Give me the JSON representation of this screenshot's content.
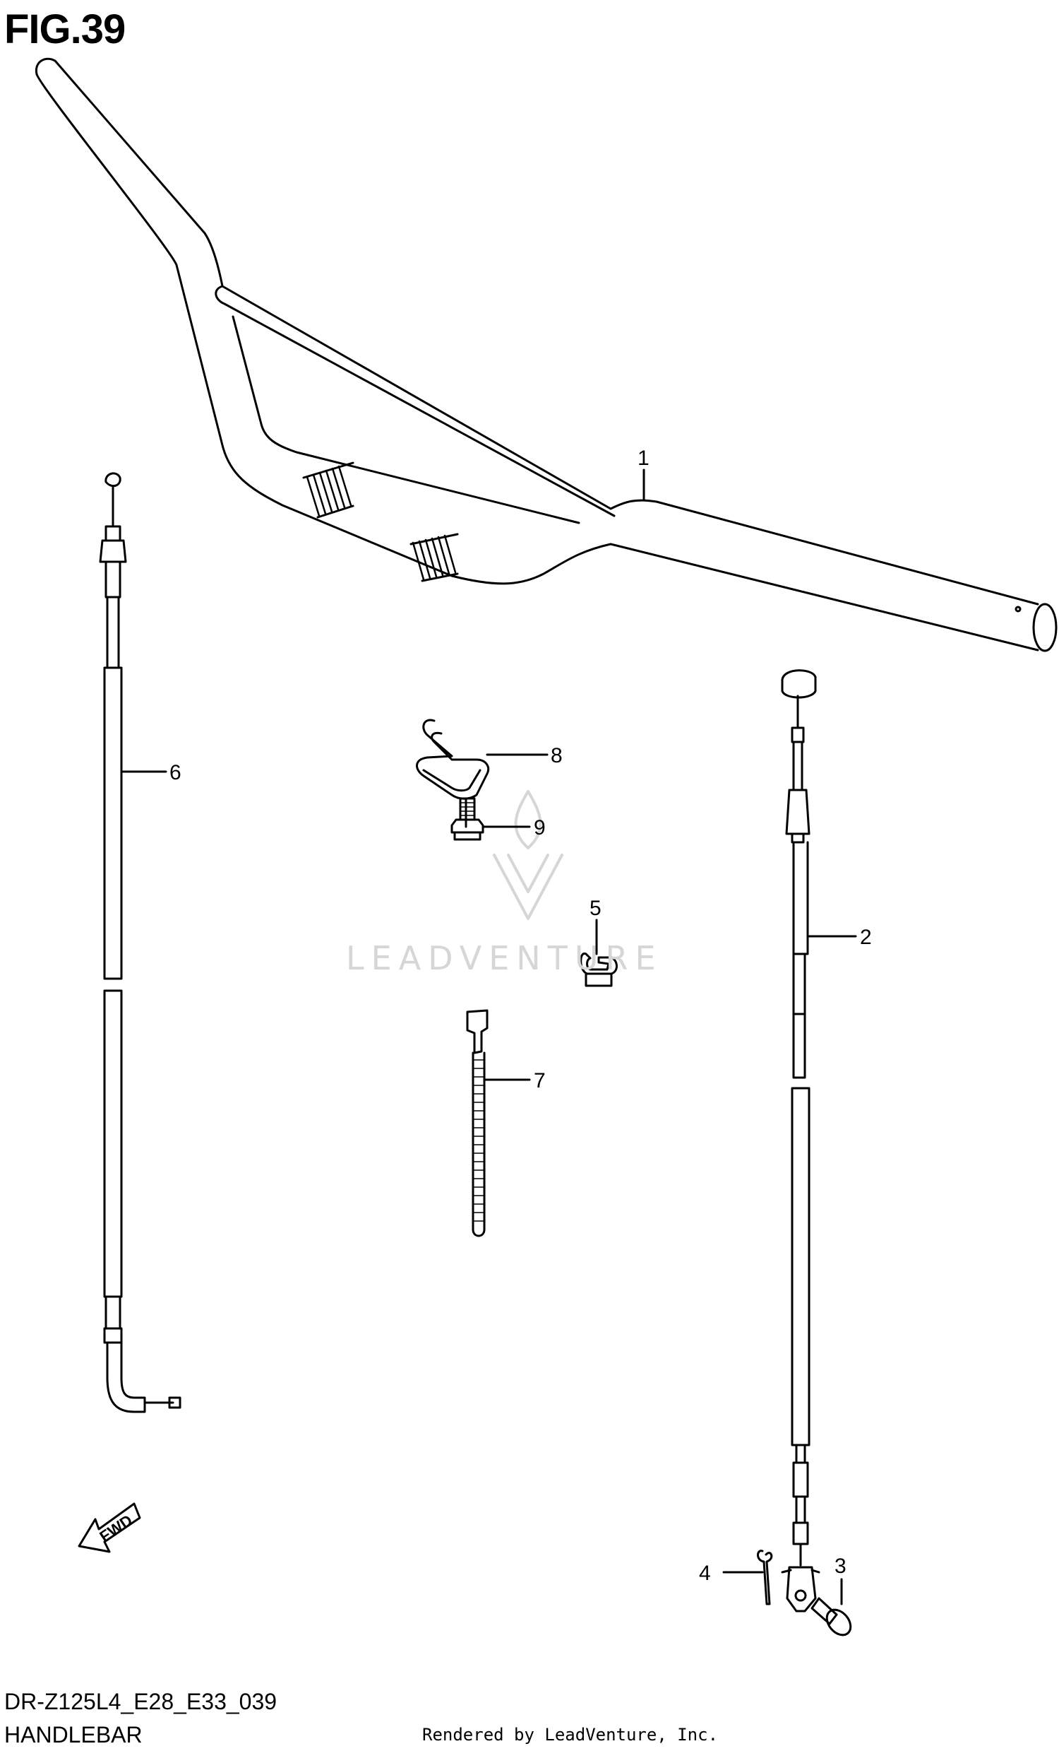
{
  "figure": {
    "title": "FIG.39",
    "model_code": "DR-Z125L4_E28_E33_039",
    "section_name": "HANDLEBAR",
    "rendered_by": "Rendered by LeadVenture, Inc.",
    "watermark": "LEADVENTURE"
  },
  "callouts": [
    {
      "id": "1",
      "part": "handlebar"
    },
    {
      "id": "2",
      "part": "clutch-cable"
    },
    {
      "id": "3",
      "part": "pin"
    },
    {
      "id": "4",
      "part": "cotter-pin"
    },
    {
      "id": "5",
      "part": "cable-clamp"
    },
    {
      "id": "6",
      "part": "throttle-cable"
    },
    {
      "id": "7",
      "part": "cable-tie"
    },
    {
      "id": "8",
      "part": "wire-clamp"
    },
    {
      "id": "9",
      "part": "bolt"
    }
  ],
  "fwd_label": "FWD",
  "colors": {
    "line": "#000000",
    "watermark": "#d6d6d6"
  }
}
